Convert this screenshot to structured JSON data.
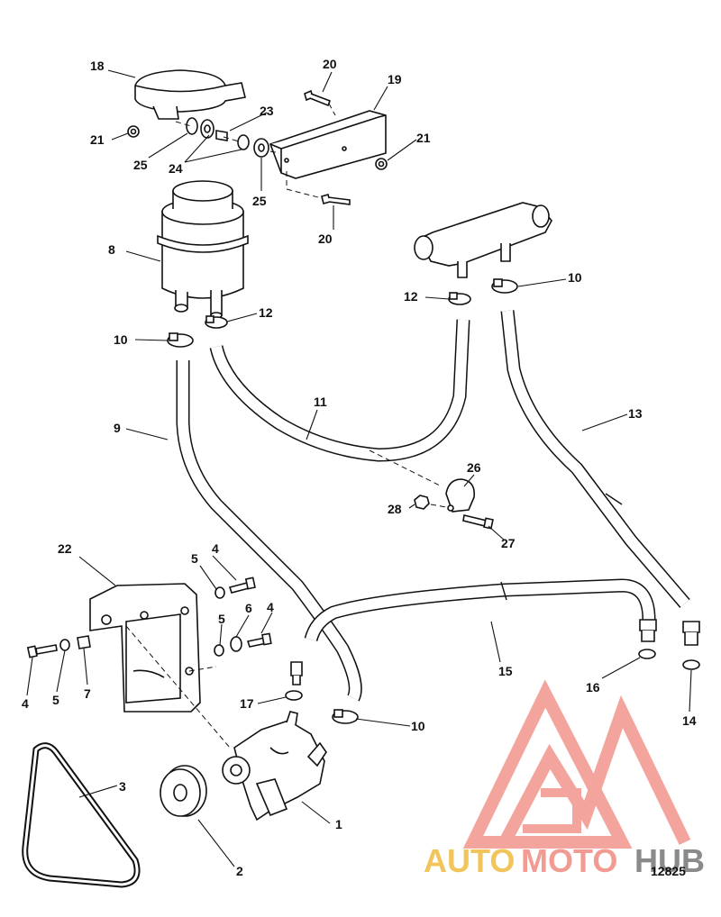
{
  "diagram": {
    "figure_number": "12825",
    "callouts": [
      "1",
      "2",
      "3",
      "4",
      "5",
      "6",
      "7",
      "8",
      "9",
      "10",
      "11",
      "12",
      "13",
      "14",
      "15",
      "16",
      "17",
      "18",
      "19",
      "20",
      "21",
      "22",
      "23",
      "24",
      "25",
      "26",
      "27",
      "28"
    ]
  },
  "watermark": {
    "part1": "AUTO",
    "part2": "MOTO",
    "part3": "HUB",
    "colors": {
      "logo": "#f29b93",
      "auto": "#f2c55c",
      "moto": "#f29b93",
      "hub": "#8a8a8a"
    }
  }
}
